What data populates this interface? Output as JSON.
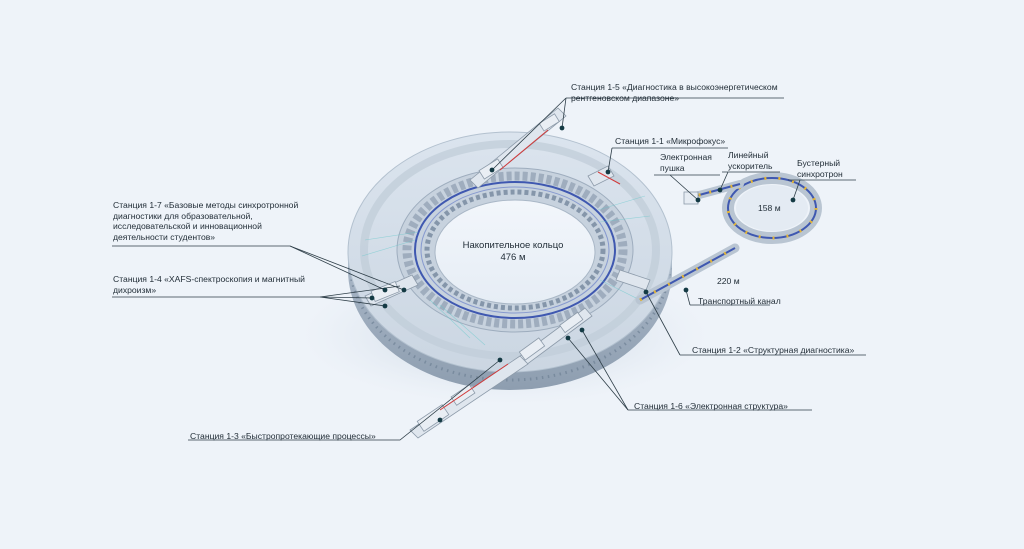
{
  "diagram": {
    "ring": {
      "title": "Накопительное кольцо",
      "length": "476 м"
    },
    "booster": {
      "length": "158 м"
    },
    "transport": {
      "length": "220 м"
    },
    "labels": {
      "st15": [
        "Станция 1-5 «Диагностика в высокоэнергетическом",
        "рентгеновском диапазоне»"
      ],
      "st11": [
        "Станция 1-1 «Микрофокус»"
      ],
      "gun": [
        "Электронная",
        "пушка"
      ],
      "linac": [
        "Линейный",
        "ускоритель"
      ],
      "booster": [
        "Бустерный",
        "синхротрон"
      ],
      "st17": [
        "Станция 1-7 «Базовые методы синхротронной",
        "диагностики для образовательной,",
        "исследовательской и инновационной",
        "деятельности студентов»"
      ],
      "st14": [
        "Станция 1-4 «XAFS-спектроскопия и магнитный",
        "дихроизм»"
      ],
      "transport_channel": [
        "Транспортный канал"
      ],
      "st12": [
        "Станция 1-2 «Структурная диагностика»"
      ],
      "st16": [
        "Станция 1-6 «Электронная структура»"
      ],
      "st13": [
        "Станция 1-3 «Быстропротекающие процессы»"
      ]
    },
    "colors": {
      "background": "#eef3f9",
      "leader_line": "#2e3e48",
      "node": "#143a44",
      "beamline": "#3f58b0",
      "beam_red": "#d23a3a",
      "accent_yellow": "#e0b43a"
    }
  }
}
